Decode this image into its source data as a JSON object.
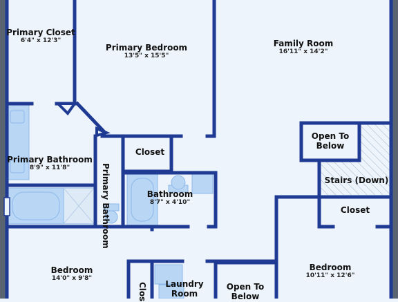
{
  "rooms": {
    "primary_closet": {
      "name": "Primary Closet",
      "dim": "6'4\" x 12'3\""
    },
    "primary_bedroom": {
      "name": "Primary Bedroom",
      "dim": "13'5\" x 15'5\""
    },
    "family_room": {
      "name": "Family Room",
      "dim": "16'11\" x 14'2\""
    },
    "primary_bathroom": {
      "name": "Primary Bathroom",
      "dim": "8'9\" x 11'8\""
    },
    "primary_bathroom_wc": {
      "name": "Primary Bathroom"
    },
    "closet_center": {
      "name": "Closet"
    },
    "bathroom": {
      "name": "Bathroom",
      "dim": "8'7\" x 4'10\""
    },
    "open_to_below_top": {
      "name": "Open To Below"
    },
    "stairs": {
      "name": "Stairs (Down)"
    },
    "closet_right": {
      "name": "Closet"
    },
    "bedroom_left": {
      "name": "Bedroom",
      "dim": "14'0\" x 9'8\""
    },
    "bedroom_right": {
      "name": "Bedroom",
      "dim": "10'11\" x 12'6\""
    },
    "closet_small": {
      "name": "Clos"
    },
    "laundry": {
      "name": "Laundry Room"
    },
    "open_to_below_bottom": {
      "name": "Open To Below"
    }
  },
  "colors": {
    "wall": "#1f3a93",
    "fixture": "#b9d6f5",
    "fixture_edge": "#8db8e8",
    "floor": "#eef4fb",
    "stairs_fill": "#ffffff",
    "stairs_hatch": "#9fb3c8"
  }
}
